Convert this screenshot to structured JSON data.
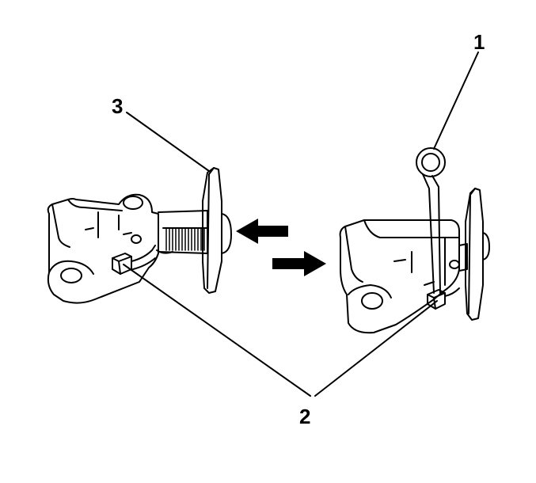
{
  "callouts": {
    "one": "1",
    "two": "2",
    "three": "3"
  },
  "colors": {
    "line": "#000000",
    "background": "#ffffff"
  },
  "icons": [
    "arrow-left-icon",
    "arrow-right-icon"
  ]
}
